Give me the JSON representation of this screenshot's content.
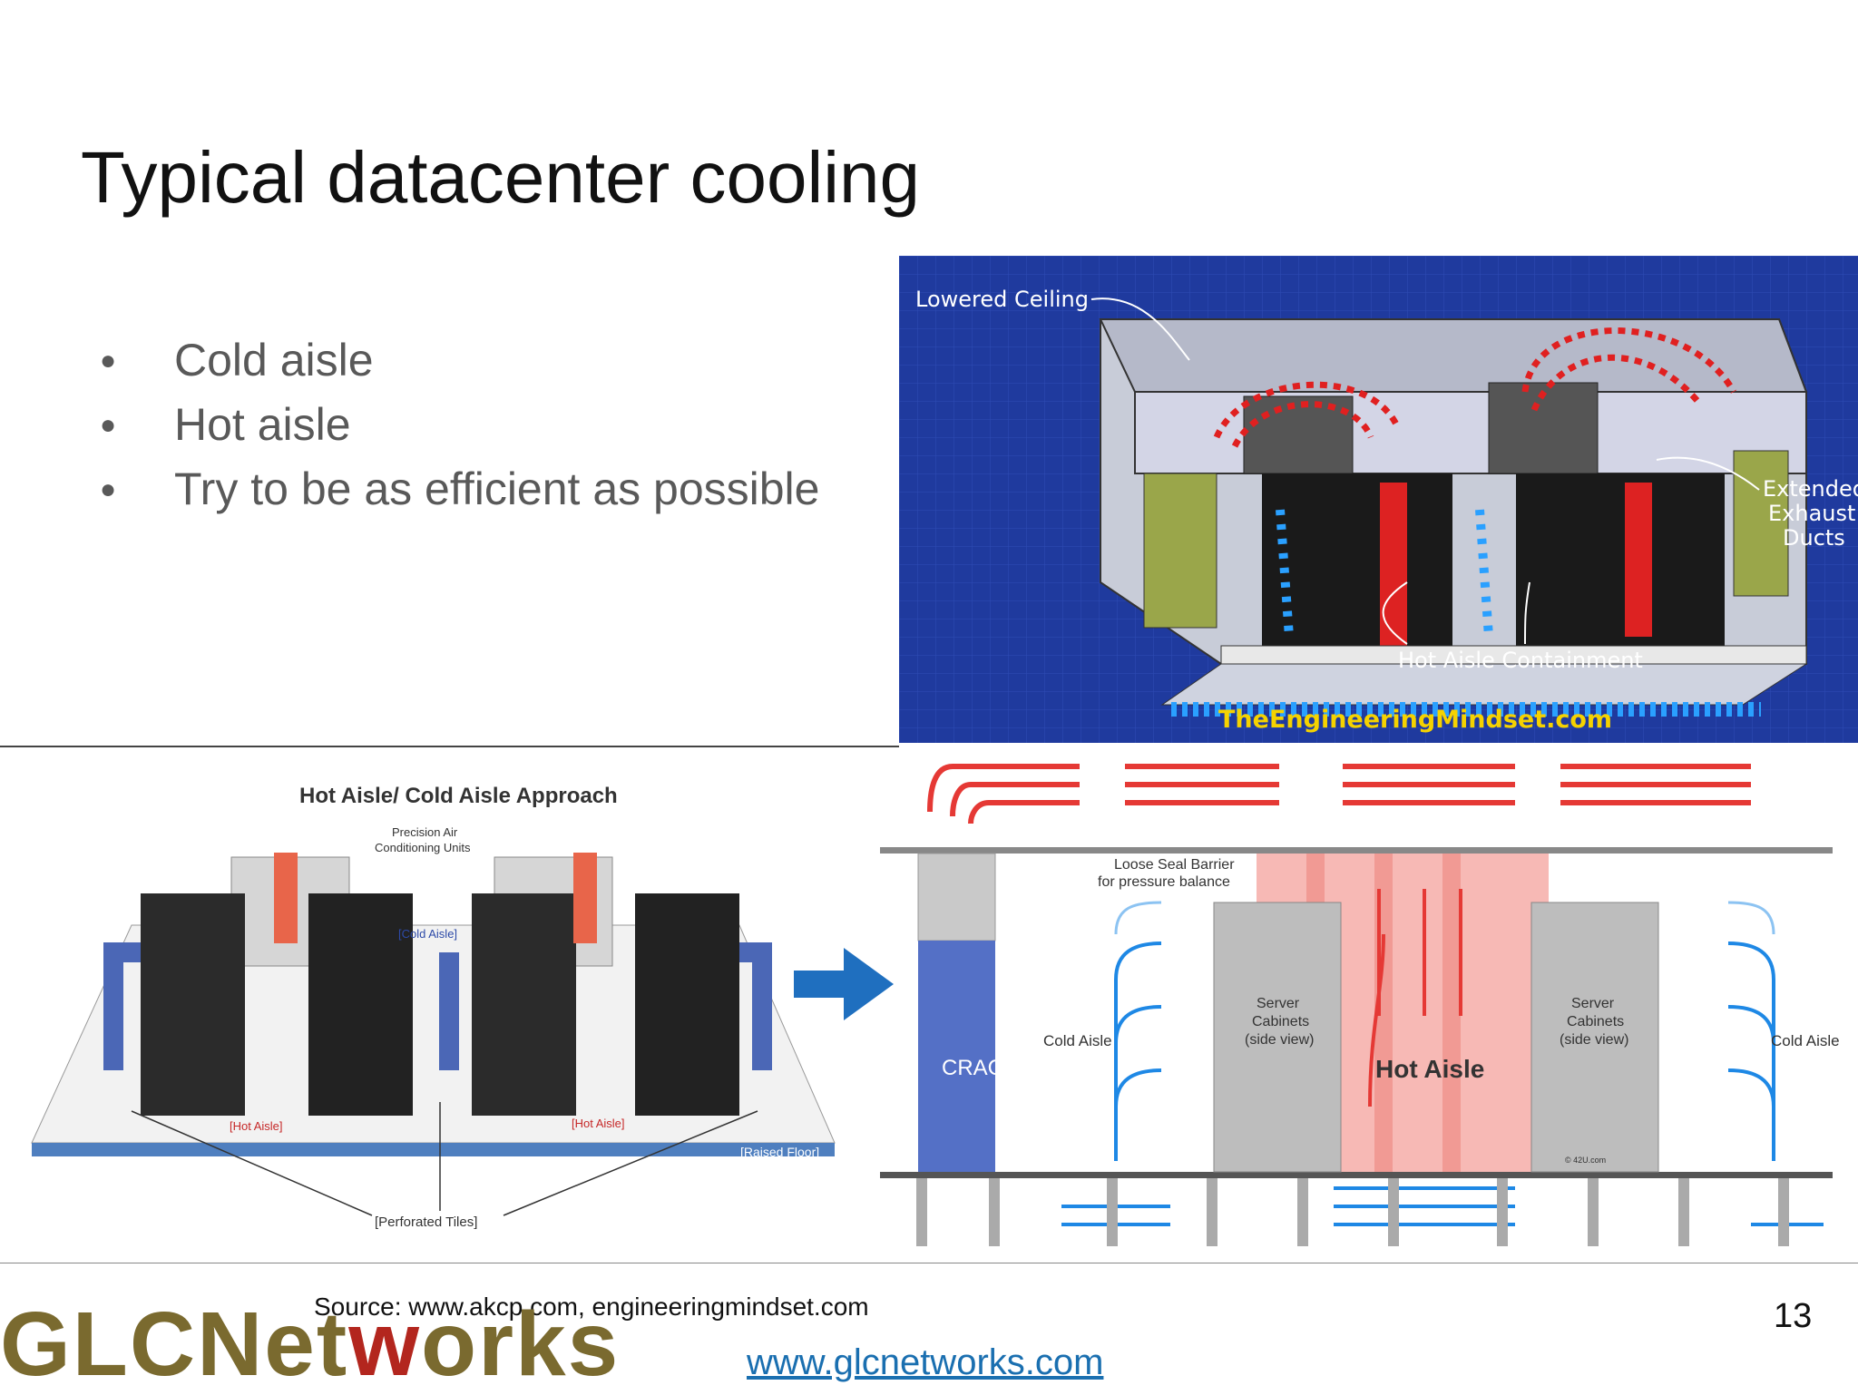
{
  "slide": {
    "title": "Typical datacenter cooling",
    "bullets": [
      "Cold aisle",
      "Hot aisle",
      "Try to be as efficient as possible"
    ],
    "source": "Source: www.akcp.com, engineeringmindset.com",
    "page_number": "13",
    "url": "www.glcnetworks.com",
    "logo": {
      "part1": "GLCNet",
      "part2": "w",
      "part3": "orks"
    }
  },
  "top_diagram": {
    "lowered_ceiling": "Lowered Ceiling",
    "extended_exhaust": [
      "Extended",
      "Exhaust",
      "Ducts"
    ],
    "hot_aisle_containment": "Hot Aisle Containment",
    "watermark": "TheEngineeringMindset.com",
    "colors": {
      "background": "#1f3a9e",
      "hot": "#e02020",
      "cold": "#2aa0ff"
    }
  },
  "left_diagram": {
    "title": "Hot Aisle/ Cold Aisle Approach",
    "precision_air": [
      "Precision Air",
      "Conditioning Units"
    ],
    "cold_aisle": "[Cold Aisle]",
    "hot_aisle_left": "[Hot Aisle]",
    "hot_aisle_right": "[Hot Aisle]",
    "raised_floor": "[Raised Floor]",
    "perforated_tiles": "[Perforated Tiles]"
  },
  "right_diagram": {
    "loose_seal": [
      "Loose Seal Barrier",
      "for pressure balance"
    ],
    "crac": "CRAC",
    "cold_aisle_left": "Cold Aisle",
    "cold_aisle_right": "Cold Aisle",
    "server_left": [
      "Server",
      "Cabinets",
      "(side view)"
    ],
    "server_right": [
      "Server",
      "Cabinets",
      "(side view)"
    ],
    "hot_aisle": "Hot Aisle",
    "credit": "© 42U.com",
    "colors": {
      "hot": "#e53935",
      "cold": "#1e88e5",
      "crac": "#5470c6"
    }
  }
}
